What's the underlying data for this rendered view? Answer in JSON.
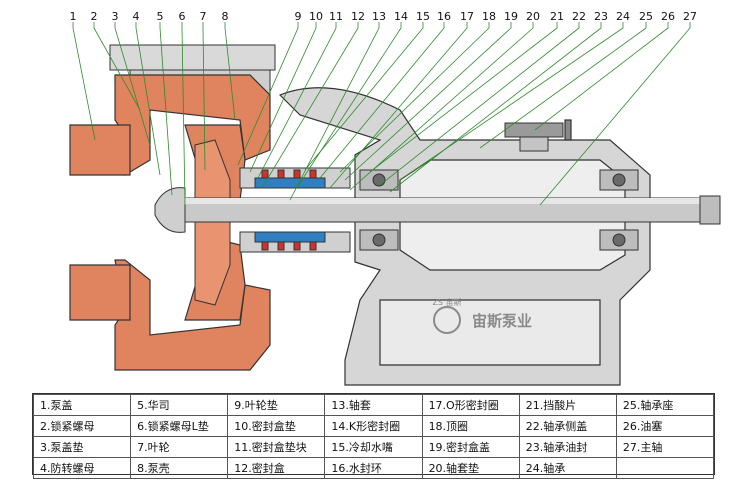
{
  "callouts": [
    "1",
    "2",
    "3",
    "4",
    "5",
    "6",
    "7",
    "8",
    "9",
    "10",
    "11",
    "12",
    "13",
    "14",
    "15",
    "16",
    "17",
    "18",
    "19",
    "20",
    "21",
    "22",
    "23",
    "24",
    "25",
    "26",
    "27"
  ],
  "brand": {
    "logo_text": "ZS 宙斯",
    "name": "宙斯泵业"
  },
  "legend": {
    "rows": [
      [
        "1.泵盖",
        "5.华司",
        "9.叶轮垫",
        "13.轴套",
        "17.O形密封圈",
        "21.挡酸片",
        "25.轴承座"
      ],
      [
        "2.锁紧螺母",
        "6.锁紧螺母L垫",
        "10.密封盒垫",
        "14.K形密封圈",
        "18.顶圈",
        "22.轴承侧盖",
        "26.油塞"
      ],
      [
        "3.泵盖垫",
        "7.叶轮",
        "11.密封盒垫块",
        "15.冷却水嘴",
        "19.密封盒盖",
        "23.轴承油封",
        "27.主轴"
      ],
      [
        "4.防转螺母",
        "8.泵壳",
        "12.密封盒",
        "16.水封环",
        "20.轴套垫",
        "24.轴承",
        ""
      ]
    ]
  },
  "colors": {
    "casing": "#e0835f",
    "metal": "#d4d4d4",
    "shaft": "#c9c9c9",
    "seal_blue": "#2f7fc1",
    "seal_red": "#d0322c",
    "outline": "#333333",
    "leader": "#2e8b2e"
  }
}
